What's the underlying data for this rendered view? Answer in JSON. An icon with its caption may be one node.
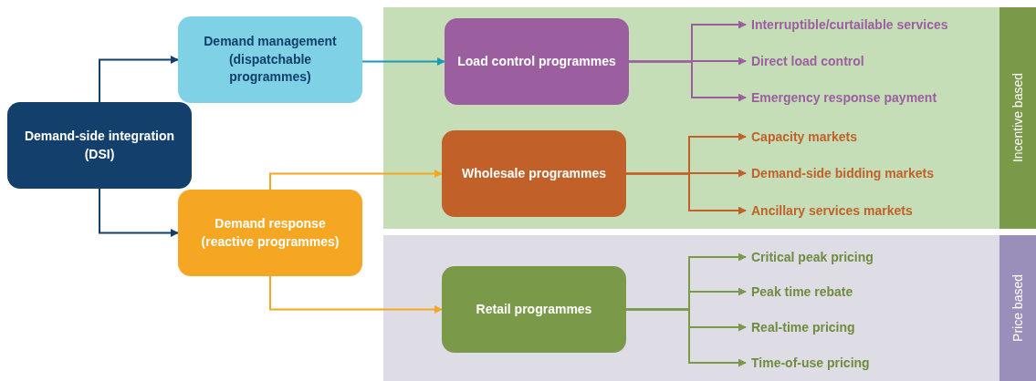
{
  "diagram": {
    "nodes": [
      {
        "text": [
          "Demand-side integration (DSI)"
        ]
      },
      {
        "text": [
          "Demand management (dispatchable programmes)"
        ]
      },
      {
        "text": [
          "Demand response (reactive programmes)"
        ]
      },
      {
        "text": [
          "Incentive based"
        ]
      },
      {
        "text": [
          "Price based"
        ]
      },
      {
        "text": [
          "Load control programmes"
        ],
        "in": 3
      },
      {
        "text": [
          "Wholesale programmes"
        ],
        "in": 3
      },
      {
        "text": [
          "Retail programmes"
        ],
        "in": 4
      },
      {
        "text": [
          "Interruptible/curtailable services"
        ],
        "in": 3
      },
      {
        "text": [
          "Direct load control"
        ],
        "in": 3
      },
      {
        "text": [
          "Emergency response payment"
        ],
        "in": 3
      },
      {
        "text": [
          "Capacity markets"
        ],
        "in": 3
      },
      {
        "text": [
          "Demand-side bidding markets"
        ],
        "in": 3
      },
      {
        "text": [
          "Ancillary services markets"
        ],
        "in": 3
      },
      {
        "text": [
          "Critical peak pricing"
        ],
        "in": 4
      },
      {
        "text": [
          "Peak time rebate"
        ],
        "in": 4
      },
      {
        "text": [
          "Real-time pricing"
        ],
        "in": 4
      },
      {
        "text": [
          "Time-of-use pricing"
        ],
        "in": 4
      }
    ],
    "edges": [
      {
        "from": 0,
        "to": 1,
        "arrow": "to",
        "color": "#123f6b"
      },
      {
        "from": 0,
        "to": 2,
        "arrow": "to",
        "color": "#123f6b"
      },
      {
        "from": 1,
        "to": 5,
        "arrow": "to",
        "color": "#1b9ab6"
      },
      {
        "from": 2,
        "to": 6,
        "arrow": "to",
        "color": "#f5a623"
      },
      {
        "from": 2,
        "to": 7,
        "arrow": "to",
        "color": "#f5a623"
      },
      {
        "from": 5,
        "to": 8,
        "arrow": "to",
        "color": "#9b5fa0"
      },
      {
        "from": 5,
        "to": 9,
        "arrow": "to",
        "color": "#9b5fa0"
      },
      {
        "from": 5,
        "to": 10,
        "arrow": "to",
        "color": "#9b5fa0"
      },
      {
        "from": 6,
        "to": 11,
        "arrow": "to",
        "color": "#c2602a"
      },
      {
        "from": 6,
        "to": 12,
        "arrow": "to",
        "color": "#c2602a"
      },
      {
        "from": 6,
        "to": 13,
        "arrow": "to",
        "color": "#c2602a"
      },
      {
        "from": 7,
        "to": 14,
        "arrow": "to",
        "color": "#7a9a4a"
      },
      {
        "from": 7,
        "to": 15,
        "arrow": "to",
        "color": "#7a9a4a"
      },
      {
        "from": 7,
        "to": 16,
        "arrow": "to",
        "color": "#7a9a4a"
      },
      {
        "from": 7,
        "to": 17,
        "arrow": "to",
        "color": "#7a9a4a"
      }
    ]
  }
}
